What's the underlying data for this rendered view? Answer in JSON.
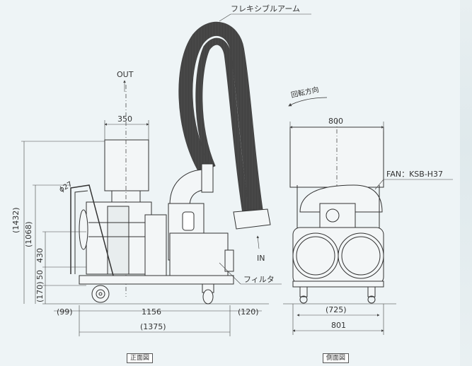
{
  "labels": {
    "flexible_arm": "フレキシブルアーム",
    "out": "OUT",
    "in": "IN",
    "rotation": "回転方向",
    "fan": "FAN：KSB-H37",
    "filter": "フィルタ",
    "phi27": "ϕ27"
  },
  "front_dims": {
    "top_width": "350",
    "h_total": "(1432)",
    "h_1068": "(1068)",
    "h_430": "430",
    "h_50": "50",
    "h_170": "(170)",
    "w_99": "(99)",
    "w_1156": "1156",
    "w_120": "(120)",
    "w_1375": "(1375)"
  },
  "side_dims": {
    "top_width": "800",
    "w_725": "(725)",
    "w_801": "801"
  },
  "captions": {
    "front": "正面図",
    "side": "側面図"
  }
}
